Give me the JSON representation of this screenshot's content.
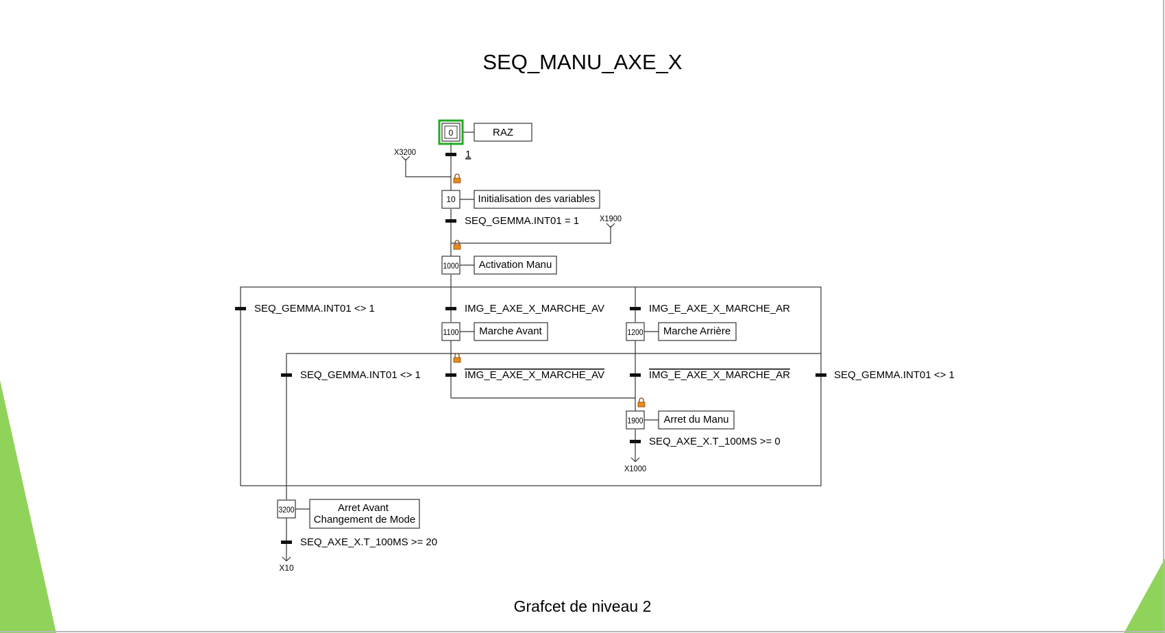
{
  "title": "SEQ_MANU_AXE_X",
  "footer": "Grafcet de niveau 2",
  "colors": {
    "initial_frame": "#22aa22",
    "lock": "#e8891c",
    "accent_green": "#8fd35a"
  },
  "icons": [
    "lock-icon"
  ],
  "steps": {
    "s0": {
      "num": "0",
      "action": "RAZ"
    },
    "s10": {
      "num": "10",
      "action": "Initialisation des variables"
    },
    "s1000": {
      "num": "1000",
      "action": "Activation Manu"
    },
    "s1100": {
      "num": "1100",
      "action": "Marche Avant"
    },
    "s1200": {
      "num": "1200",
      "action": "Marche Arrière"
    },
    "s1900": {
      "num": "1900",
      "action": "Arret du Manu"
    },
    "s3200": {
      "num": "3200",
      "action_line1": "Arret Avant",
      "action_line2": "Changement de Mode"
    }
  },
  "transitions": {
    "t1": "1",
    "t10": "SEQ_GEMMA.INT01 = 1",
    "t_gemma_left": "SEQ_GEMMA.INT01 <> 1",
    "t_av": "IMG_E_AXE_X_MARCHE_AV",
    "t_ar": "IMG_E_AXE_X_MARCHE_AR",
    "t_gemma_inner": "SEQ_GEMMA.INT01 <> 1",
    "t_av_not": "IMG_E_AXE_X_MARCHE_AV",
    "t_ar_not": "IMG_E_AXE_X_MARCHE_AR",
    "t_gemma_right": "SEQ_GEMMA.INT01 <> 1",
    "t1900": "SEQ_AXE_X.T_100MS >= 0",
    "t3200": "SEQ_AXE_X.T_100MS >= 20"
  },
  "references": {
    "x3200": "X3200",
    "x1900": "X1900",
    "x1000": "X1000",
    "x10": "X10"
  }
}
